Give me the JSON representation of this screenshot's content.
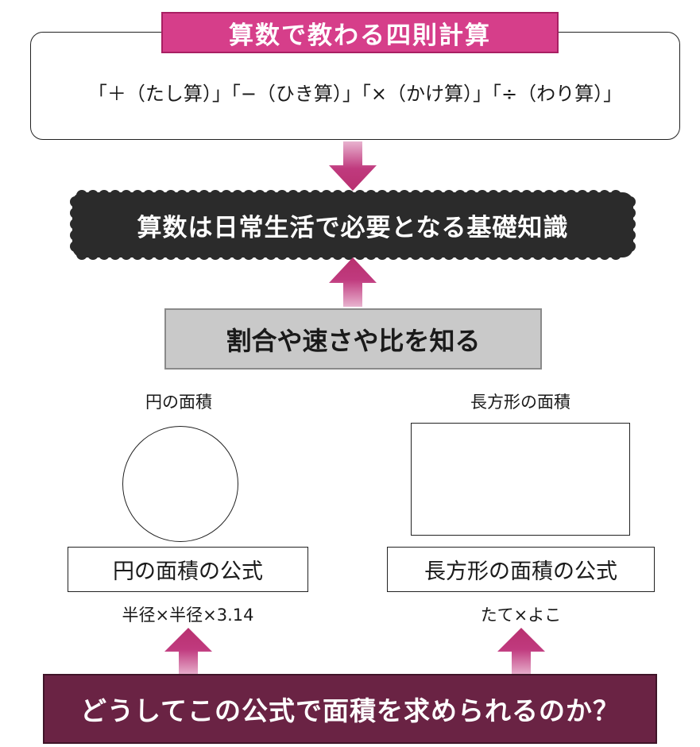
{
  "top_section": {
    "tag_label": "算数で教わる四則計算",
    "operations_text": "「＋（たし算）」「−（ひき算）」「×（かけ算）」「÷（わり算）」"
  },
  "banner": {
    "text": "算数は日常生活で必要となる基礎知識"
  },
  "gray_box": {
    "text": "割合や速さや比を知る"
  },
  "circle": {
    "caption": "円の面積",
    "formula_title": "円の面積の公式",
    "formula": "半径×半径×3.14"
  },
  "rectangle": {
    "caption": "長方形の面積",
    "formula_title": "長方形の面積の公式",
    "formula": "たて×よこ"
  },
  "question": {
    "text": "どうしてこの公式で面積を求められるのか？"
  },
  "colors": {
    "tag_pink": "#d63e8a",
    "arrow_pink": "#c03a7e",
    "banner_dark": "#2b2b2b",
    "gray_box": "#c9c9c9",
    "question_purple": "#6a2344"
  }
}
